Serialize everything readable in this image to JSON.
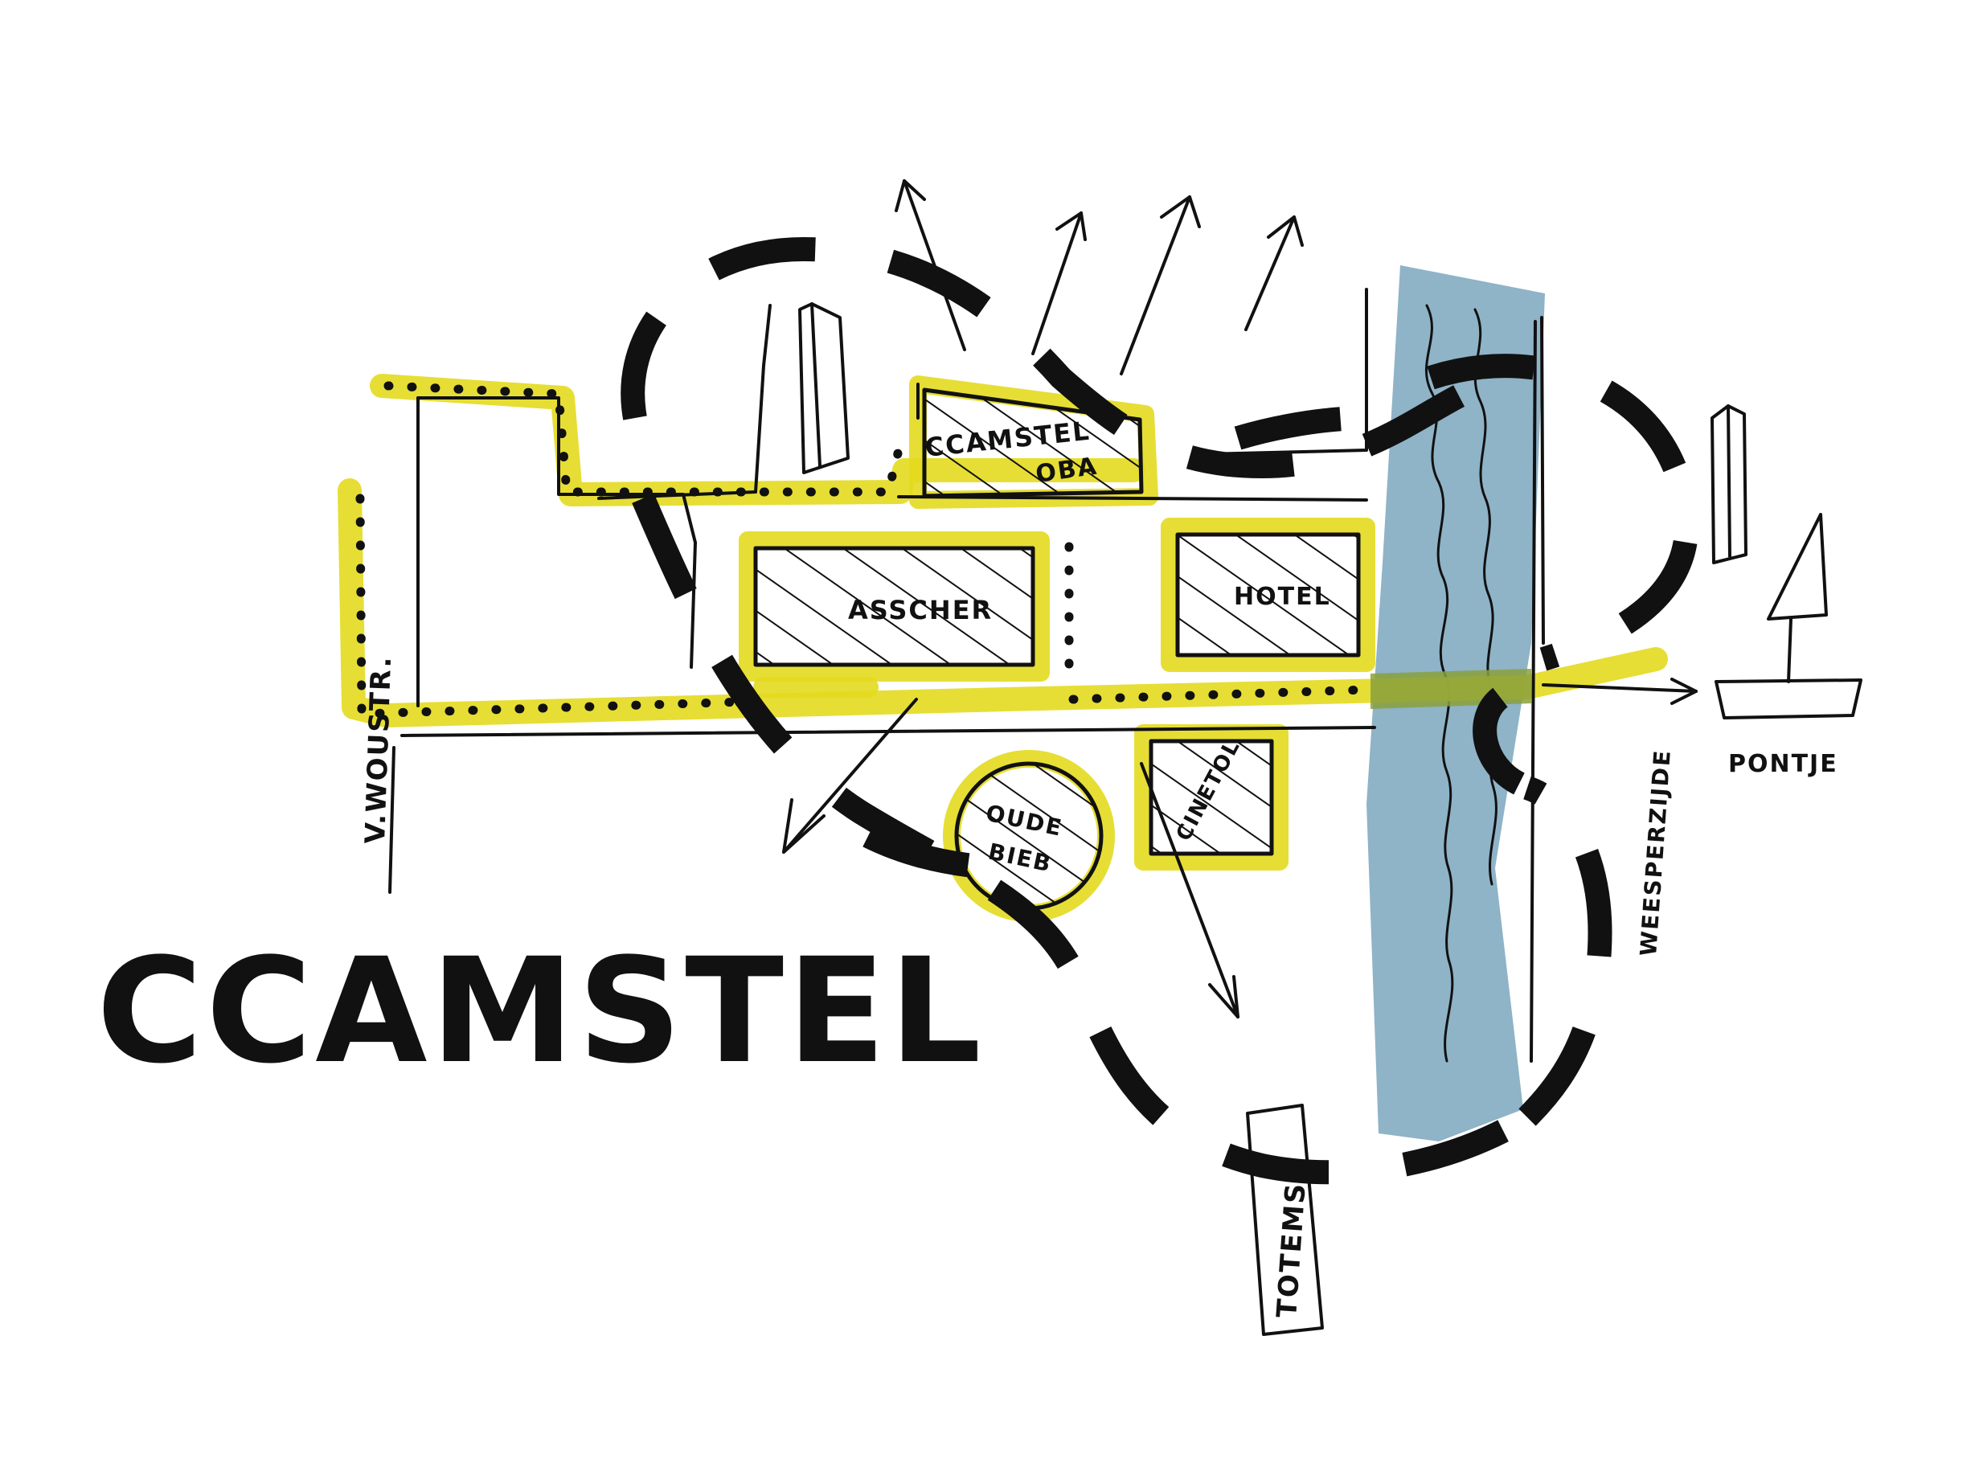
{
  "title": "CCAMSTEL",
  "labels": {
    "ccamstel_oba_line1": "CCAMSTEL",
    "ccamstel_oba_line2": "OBA",
    "asscher": "ASSCHER",
    "hotel": "HOTEL",
    "oude_bieb_line1": "OUDE",
    "oude_bieb_line2": "BIEB",
    "cinetol": "CINETOL",
    "street": "V.WOUSTR.",
    "weesperzijde": "WEESPERZIJDE",
    "pontje": "PONTJE",
    "totems": "TOTEMS"
  },
  "colors": {
    "highlight": "#e3da1f",
    "water": "#8fb3c7",
    "ink": "#111111",
    "background": "#ffffff"
  }
}
